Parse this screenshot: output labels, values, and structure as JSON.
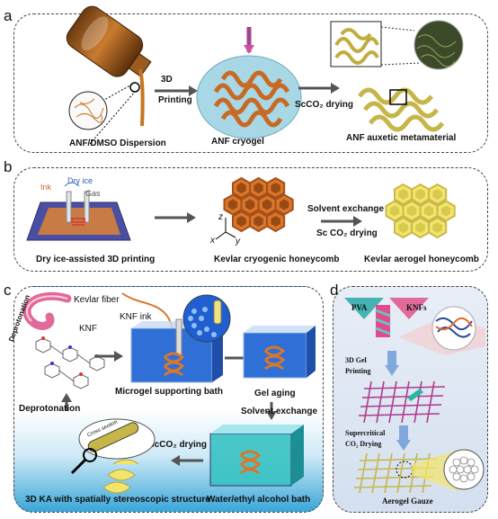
{
  "panels": {
    "a": {
      "letter": "a",
      "step_label_line1": "3D",
      "step_label_line2": "Printing",
      "drying_label": "ScCO₂ drying",
      "caption_left": "ANF/DMSO Dispersion",
      "caption_middle": "ANF cryogel",
      "caption_right": "ANF auxetic metamaterial"
    },
    "b": {
      "letter": "b",
      "ink_label": "Ink",
      "dry_ice_label": "Dry ice",
      "gas_label": "Gas",
      "caption_left": "Dry ice-assisted 3D printing",
      "axis_z": "z",
      "axis_x": "x",
      "axis_y": "y",
      "caption_middle": "Kevlar cryogenic honeycomb",
      "solvent_label": "Solvent exchange",
      "drying_label": "Sc CO₂ drying",
      "caption_right": "Kevlar aerogel honeycomb"
    },
    "c": {
      "letter": "c",
      "kevlar_fiber": "Kevlar fiber",
      "deprotonation_curve": "Deprotonation",
      "knf_label": "KNF",
      "knf_ink_label": "KNF ink",
      "bath_caption": "Microgel supporting bath",
      "gel_aging": "Gel aging",
      "deprotonation_arrow": "Deprotonation",
      "cross_section": "Cross section",
      "solvent_exchange": "Solvent exchange",
      "drying_label": "ScCO₂ drying",
      "caption_ka": "3D KA with spatially stereoscopic structure",
      "caption_bath2": "Water/ethyl alcohol bath"
    },
    "d": {
      "letter": "d",
      "pva": "PVA",
      "knfs": "KNFs",
      "gel_printing_1": "3D Gel",
      "gel_printing_2": "Printing",
      "supercritical_1": "Supercritical",
      "supercritical_2": "CO₂ Drying",
      "aerogel_gauze": "Aerogel Gauze"
    }
  },
  "colors": {
    "orange": "#d9772c",
    "yellow": "#f3e56b",
    "gold": "#c6b64a",
    "cyan_disc": "#a8d8e6",
    "blue_bath": "#2f6fd6",
    "purple_frame": "#4b4fa3",
    "pink": "#e06a9a",
    "ribbon_pink": "#e04c8c"
  }
}
